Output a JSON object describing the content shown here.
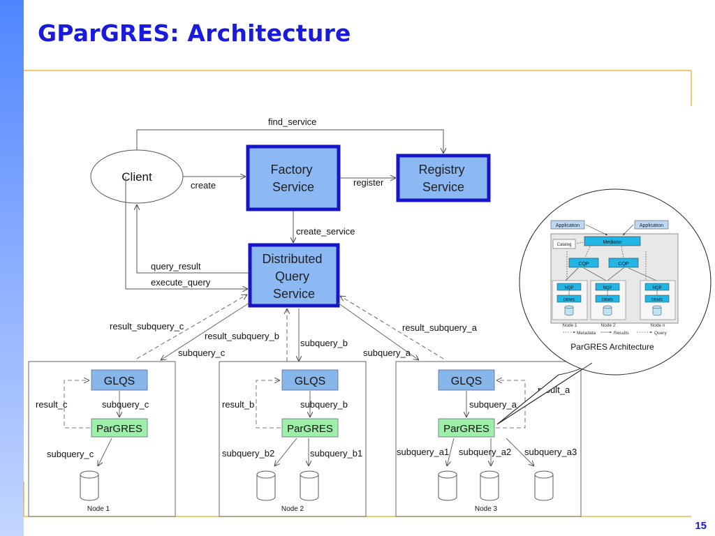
{
  "slide": {
    "title": "GParGRES: Architecture",
    "page_number": "15"
  },
  "diagram": {
    "nodes": {
      "client": "Client",
      "factory": [
        "Factory",
        "Service"
      ],
      "registry": [
        "Registry",
        "Service"
      ],
      "dqs": [
        "Distributed",
        "Query",
        "Service"
      ]
    },
    "edges": {
      "find_service": "find_service",
      "create": "create",
      "register": "register",
      "create_service": "create_service",
      "query_result": "query_result",
      "execute_query": "execute_query",
      "result_subquery_c": "result_subquery_c",
      "result_subquery_b": "result_subquery_b",
      "result_subquery_a": "result_subquery_a",
      "subquery_c": "subquery_c",
      "subquery_b": "subquery_b",
      "subquery_a": "subquery_a"
    },
    "sites": [
      {
        "glqs": "GLQS",
        "pargres": "ParGRES",
        "result": "result_c",
        "subquery": "subquery_c",
        "db_labels": [
          "subquery_c"
        ],
        "node": "Node 1"
      },
      {
        "glqs": "GLQS",
        "pargres": "ParGRES",
        "result": "result_b",
        "subquery": "subquery_b",
        "db_labels": [
          "subquery_b2",
          "subquery_b1"
        ],
        "node": "Node 2"
      },
      {
        "glqs": "GLQS",
        "pargres": "ParGRES",
        "result": "result_a",
        "subquery": "subquery_a",
        "db_labels": [
          "subquery_a1",
          "subquery_a2",
          "subquery_a3"
        ],
        "node": "Node 3"
      }
    ],
    "inset": {
      "caption": "ParGRES Architecture",
      "application_left": "Application",
      "application_right": "Application",
      "mediator": "Mediator",
      "catalog": "Catalog",
      "cqp_1": "CQP",
      "cqp_2": "CQP",
      "nqp": "NQP",
      "dbms": "DBMS",
      "node_1": "Node 1",
      "node_2": "Node 2",
      "node_n": "Node n",
      "legend": [
        "Metadata",
        "Results",
        "Query"
      ]
    }
  }
}
